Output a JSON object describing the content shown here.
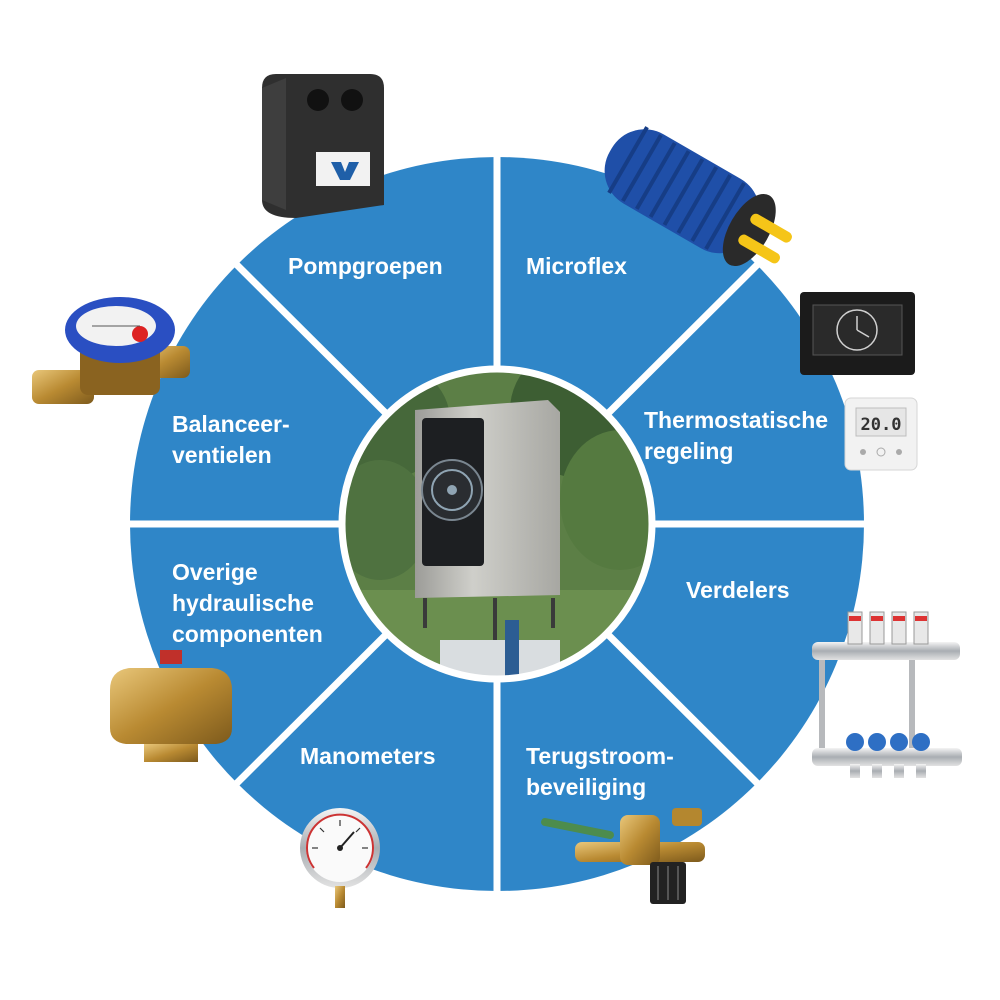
{
  "colors": {
    "segment": "#2f86c8",
    "divider": "#ffffff",
    "label": "#ffffff"
  },
  "center_image": "heat-pump-in-garden",
  "segments": [
    {
      "id": "pompgroepen",
      "lines": [
        "Pompgroepen"
      ],
      "product": "pump-group-box"
    },
    {
      "id": "microflex",
      "lines": [
        "Microflex"
      ],
      "product": "insulated-flex-pipe"
    },
    {
      "id": "thermostatische-regeling",
      "lines": [
        "Thermostatische",
        "regeling"
      ],
      "product": "thermostats",
      "product_readouts": [
        "20.0"
      ]
    },
    {
      "id": "verdelers",
      "lines": [
        "Verdelers"
      ],
      "product": "manifold"
    },
    {
      "id": "terugstroombeveiliging",
      "lines": [
        "Terugstroom-",
        "beveiliging"
      ],
      "product": "backflow-valve"
    },
    {
      "id": "manometers",
      "lines": [
        "Manometers"
      ],
      "product": "pressure-gauge"
    },
    {
      "id": "overige-hydraulische-componenten",
      "lines": [
        "Overige",
        "hydraulische",
        "componenten"
      ],
      "product": "air-vent"
    },
    {
      "id": "balanceerventielen",
      "lines": [
        "Balanceer-",
        "ventielen"
      ],
      "product": "balancing-valve"
    }
  ]
}
